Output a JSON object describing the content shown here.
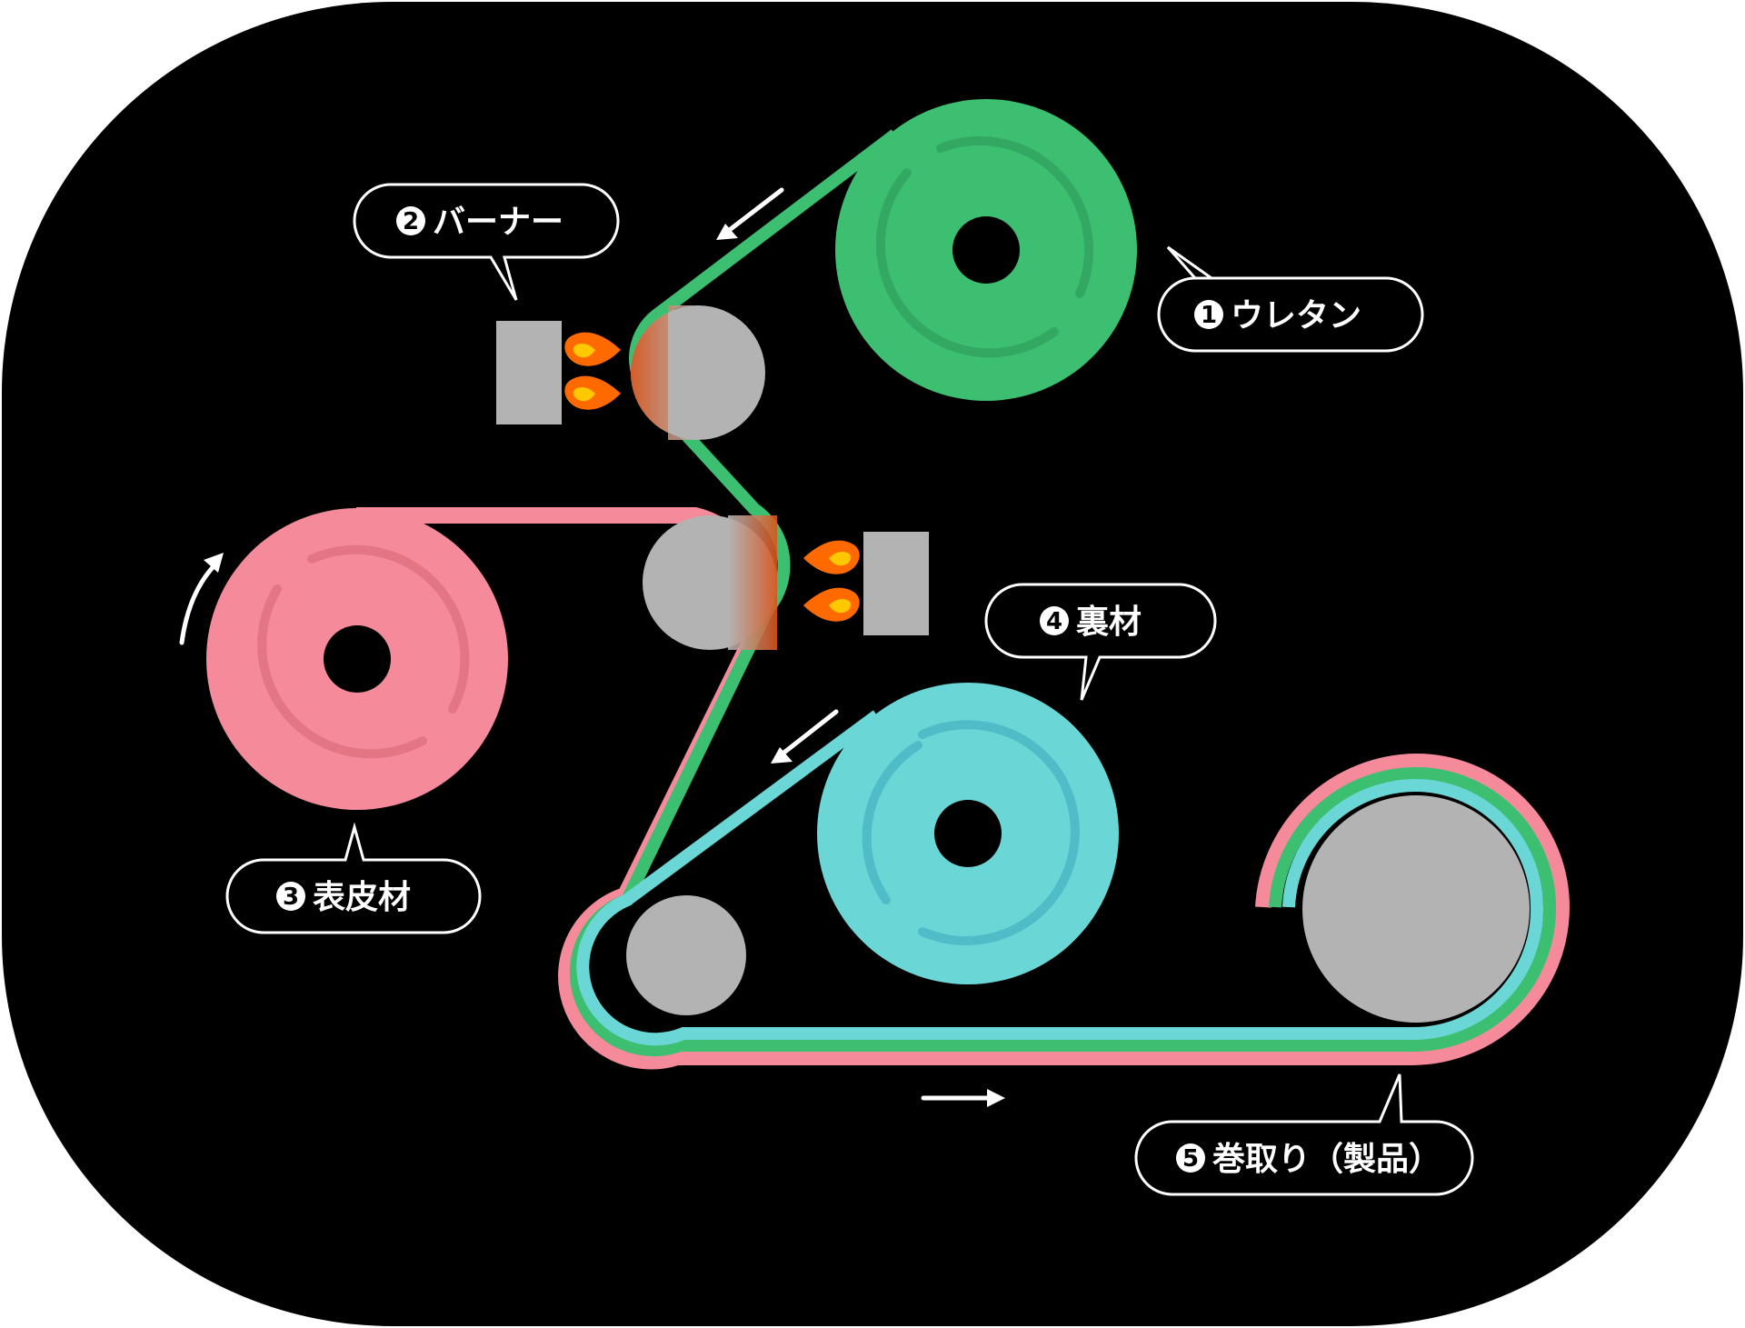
{
  "colors": {
    "background": "#000000",
    "urethane": "#3dbf72",
    "urethane_dark": "#33a862",
    "surface": "#f48a9a",
    "surface_dark": "#e37585",
    "backing": "#6bd6d6",
    "backing_dark": "#4fbcc8",
    "roller": "#b3b3b3",
    "burner": "#b3b3b3",
    "flame_outer": "#ff6a00",
    "flame_inner": "#ffc800",
    "heat": "#d9541a"
  },
  "labels": {
    "urethane": {
      "number": "1",
      "text": "ウレタン"
    },
    "burner": {
      "number": "2",
      "text": "バーナー"
    },
    "surface": {
      "number": "3",
      "text": "表皮材"
    },
    "backing": {
      "number": "4",
      "text": "裏材"
    },
    "winding": {
      "number": "5",
      "text": "巻取り（製品）"
    }
  },
  "icons": {
    "flow_arrow": "arrow-icon",
    "flame": "flame-icon"
  }
}
